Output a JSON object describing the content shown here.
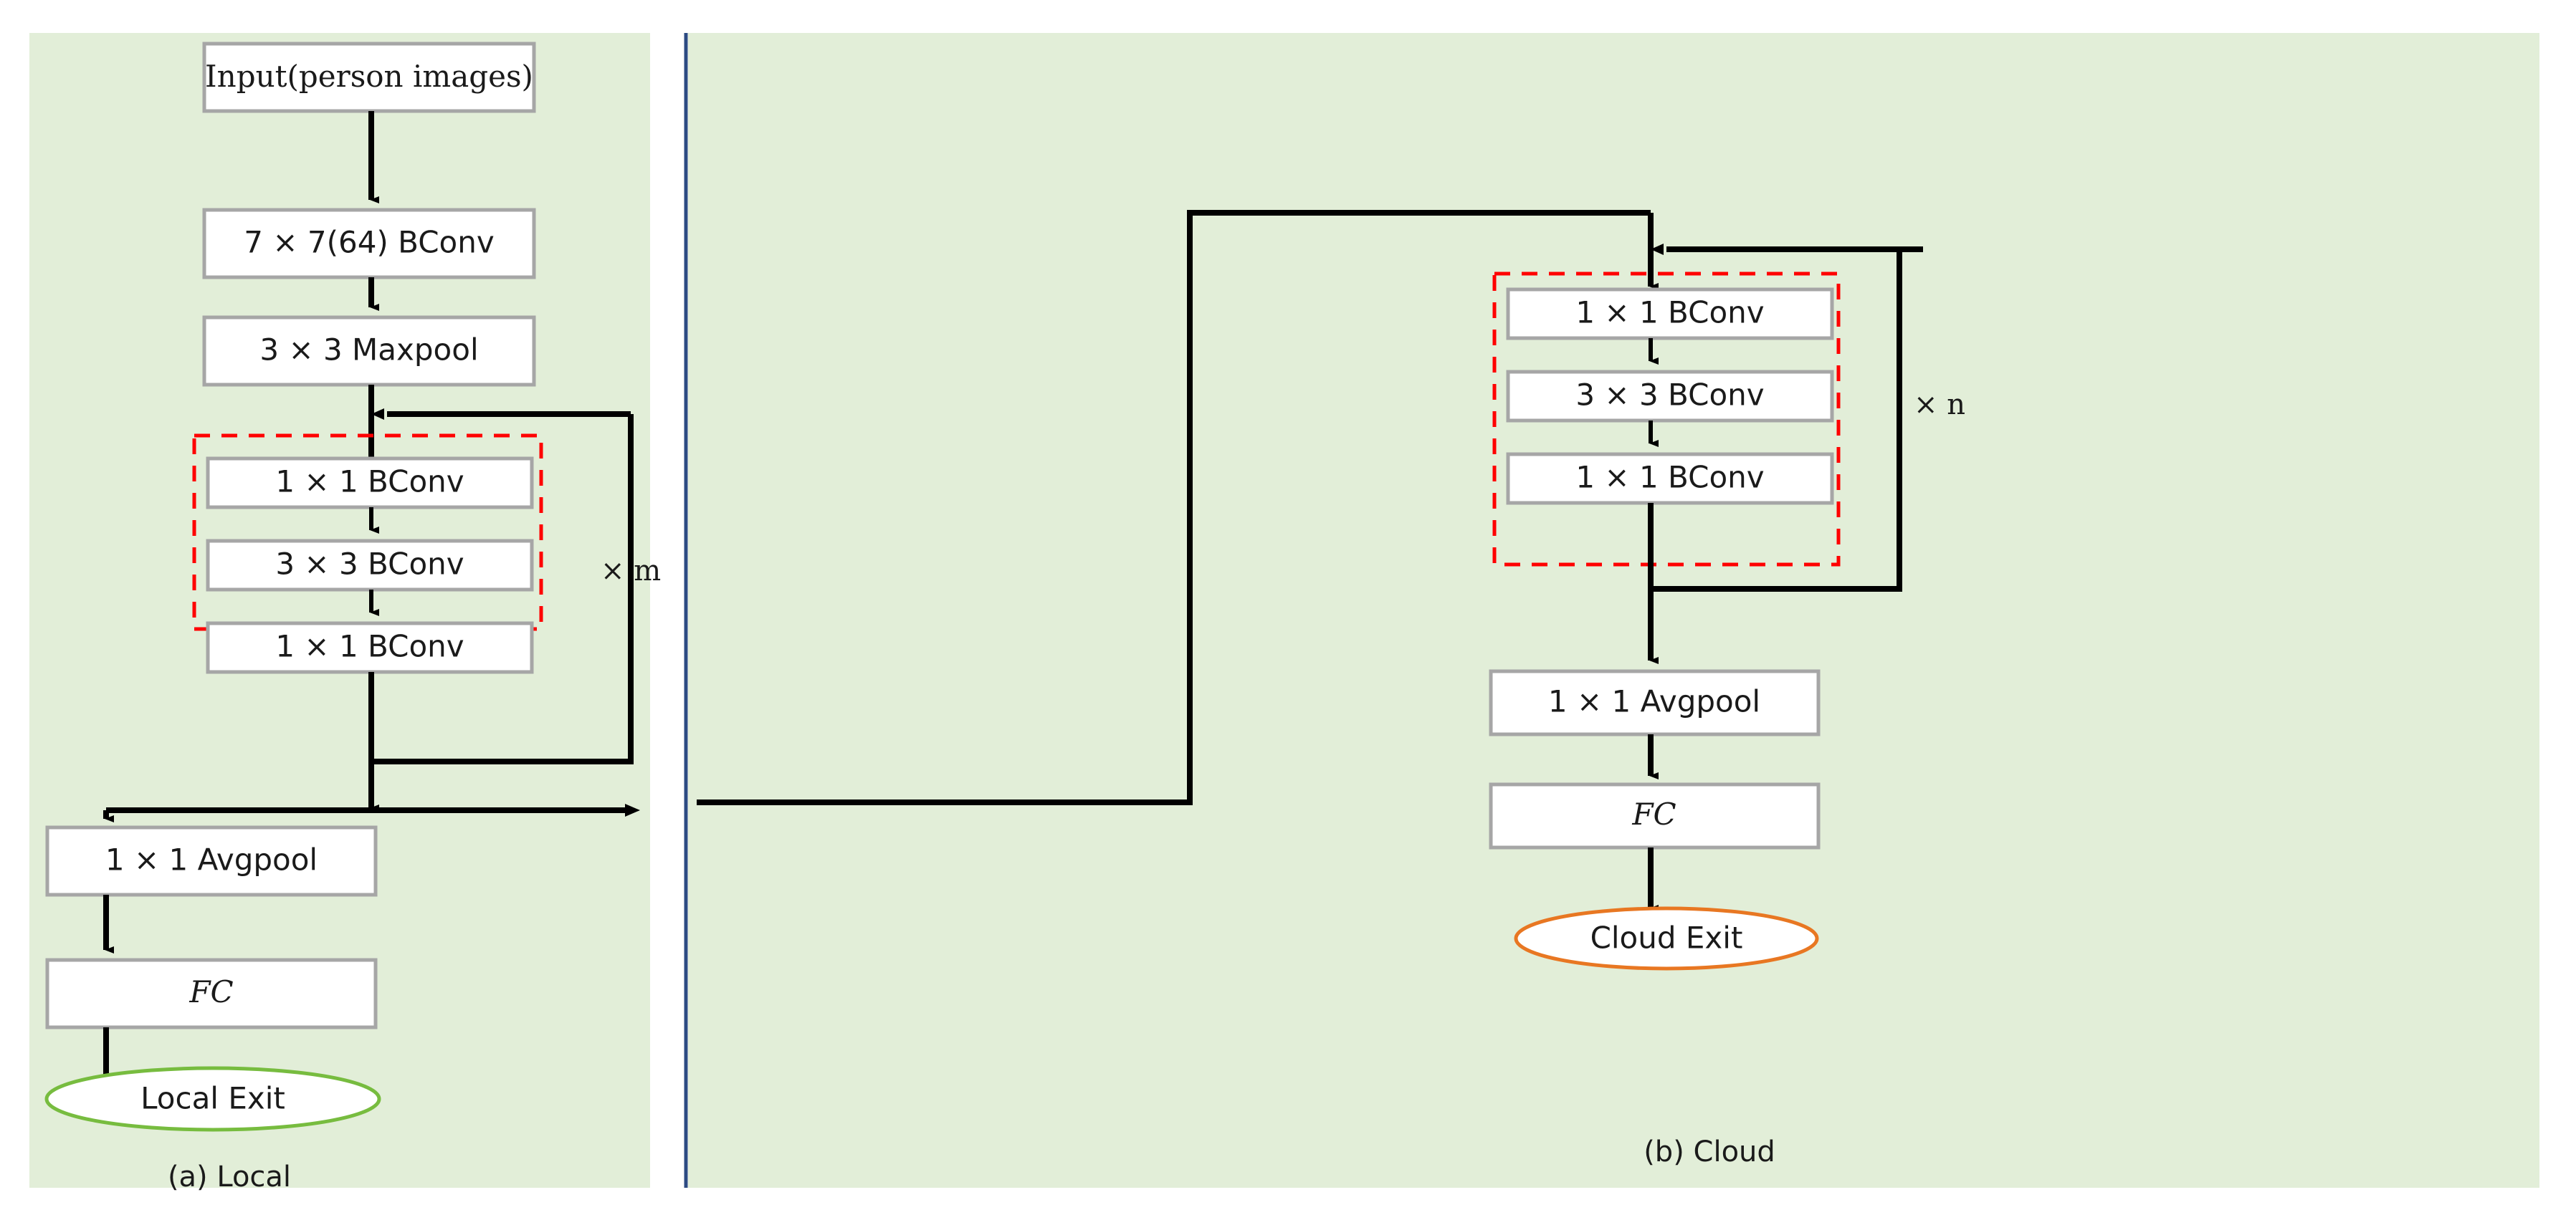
{
  "figure": {
    "background_color": "#ffffff",
    "panel_color": "#e2eed8",
    "divider_color": "#2c4b82",
    "box_border_color": "#a6a6a6",
    "group_border_color": "#ff0000",
    "local_exit_color": "#77bc3f",
    "cloud_exit_color": "#e87722",
    "arrow_color": "#000000"
  },
  "panels": {
    "local": {
      "caption": "(a) Local",
      "nodes": {
        "input": "Input(person images)",
        "stem_conv": "7 × 7(64) BConv",
        "maxpool": "3 × 3 Maxpool",
        "block_conv1": "1 × 1 BConv",
        "block_conv2": "3 × 3 BConv",
        "block_conv3": "1 × 1 BConv",
        "avgpool": "1 × 1 Avgpool",
        "fc": "FC",
        "exit": "Local Exit"
      },
      "repeat_label": "× m"
    },
    "cloud": {
      "caption": "(b) Cloud",
      "nodes": {
        "block_conv1": "1 × 1 BConv",
        "block_conv2": "3 × 3 BConv",
        "block_conv3": "1 × 1 BConv",
        "avgpool": "1 × 1 Avgpool",
        "fc": "FC",
        "exit": "Cloud Exit"
      },
      "repeat_label": "× n"
    }
  }
}
